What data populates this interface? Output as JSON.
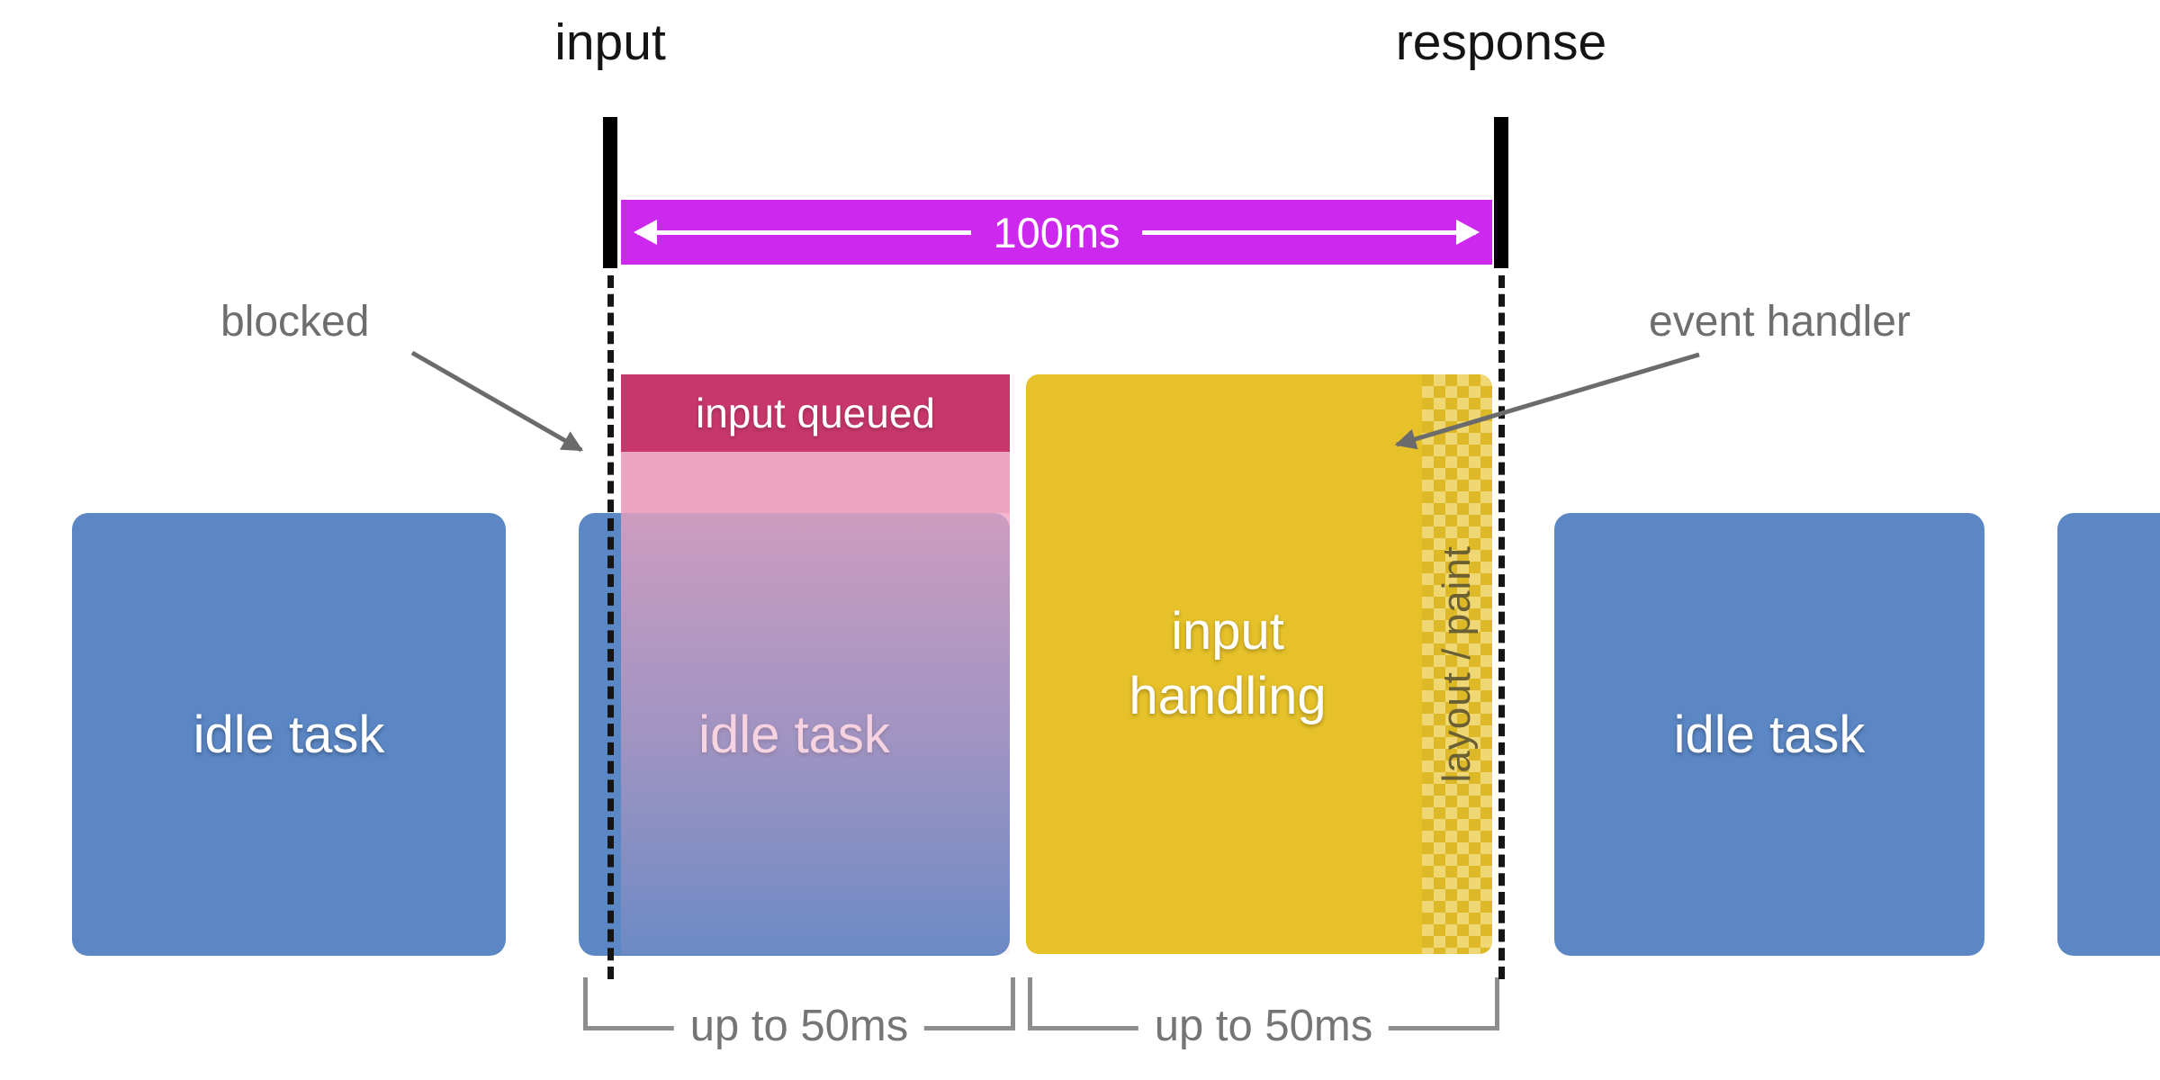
{
  "timeline": {
    "input_label": "input",
    "response_label": "response",
    "duration_label": "100ms"
  },
  "annotations": {
    "blocked": "blocked",
    "event_handler": "event handler"
  },
  "blocks": {
    "idle_left": "idle task",
    "idle_middle": "idle task",
    "idle_right": "idle task",
    "input_queued": "input queued",
    "input_handling": "input handling",
    "layout_paint": "layout / paint"
  },
  "brackets": {
    "left": "up to 50ms",
    "right": "up to 50ms"
  },
  "colors": {
    "idle_blue": "#5b87c5",
    "magenta": "#cd28ee",
    "queued_dark": "#c8376b",
    "queued_light": "#eca6c1",
    "handling_yellow": "#e6c129",
    "annotation_gray": "#6e6e6e",
    "layout_paint_text": "#6b6033",
    "marker_black": "#000000"
  }
}
